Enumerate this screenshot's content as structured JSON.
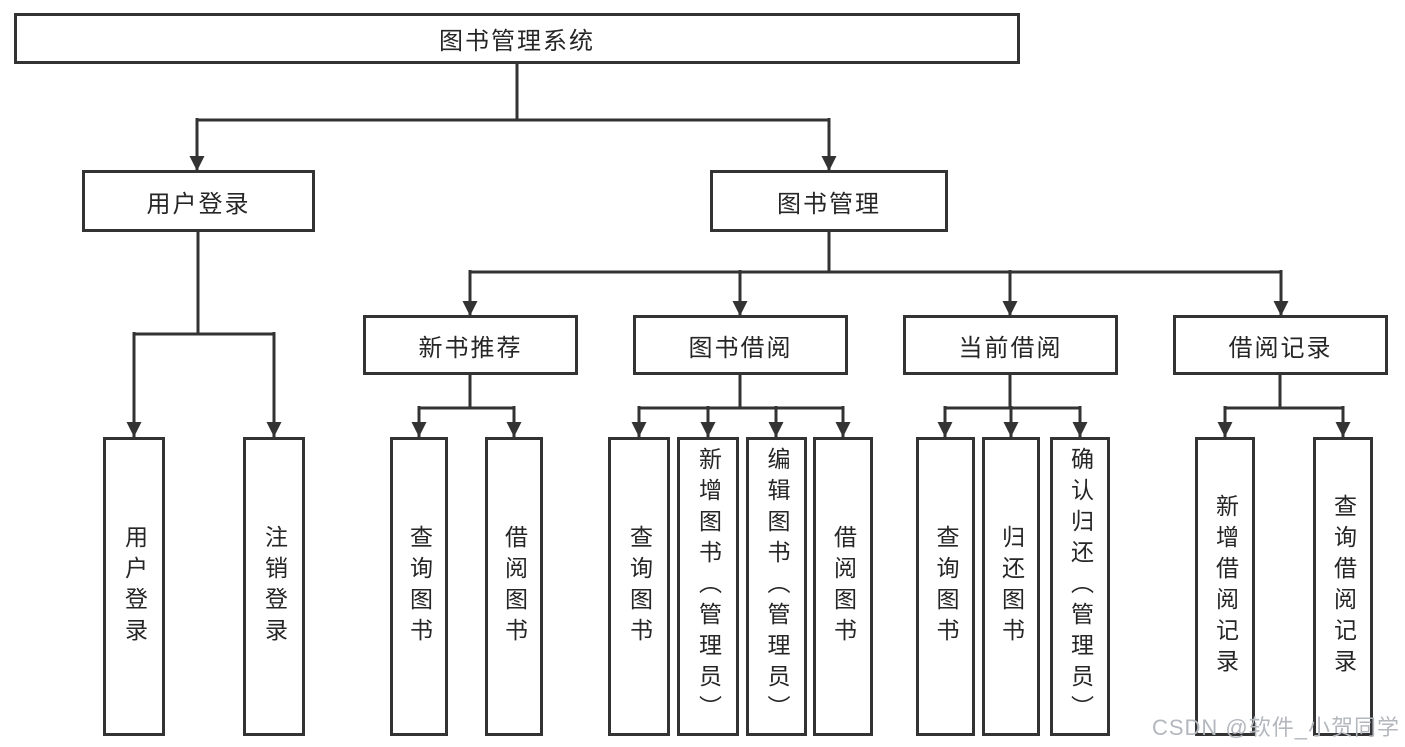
{
  "diagram": {
    "root": {
      "label": "图书管理系统"
    },
    "branches": [
      {
        "label": "用户登录",
        "children": [
          {
            "label": "用户登录"
          },
          {
            "label": "注销登录"
          }
        ]
      },
      {
        "label": "图书管理",
        "children": [
          {
            "label": "新书推荐",
            "children": [
              {
                "label": "查询图书"
              },
              {
                "label": "借阅图书"
              }
            ]
          },
          {
            "label": "图书借阅",
            "children": [
              {
                "label": "查询图书"
              },
              {
                "label": "新增图书（管理员）"
              },
              {
                "label": "编辑图书（管理员）"
              },
              {
                "label": "借阅图书"
              }
            ]
          },
          {
            "label": "当前借阅",
            "children": [
              {
                "label": "查询图书"
              },
              {
                "label": "归还图书"
              },
              {
                "label": "确认归还（管理员）"
              }
            ]
          },
          {
            "label": "借阅记录",
            "children": [
              {
                "label": "新增借阅记录"
              },
              {
                "label": "查询借阅记录"
              }
            ]
          }
        ]
      }
    ]
  },
  "watermark": {
    "text": "CSDN @软件_小贺同学"
  },
  "colors": {
    "line": "#333333",
    "text": "#262626",
    "watermark": "#b3b7be",
    "background": "#ffffff"
  }
}
